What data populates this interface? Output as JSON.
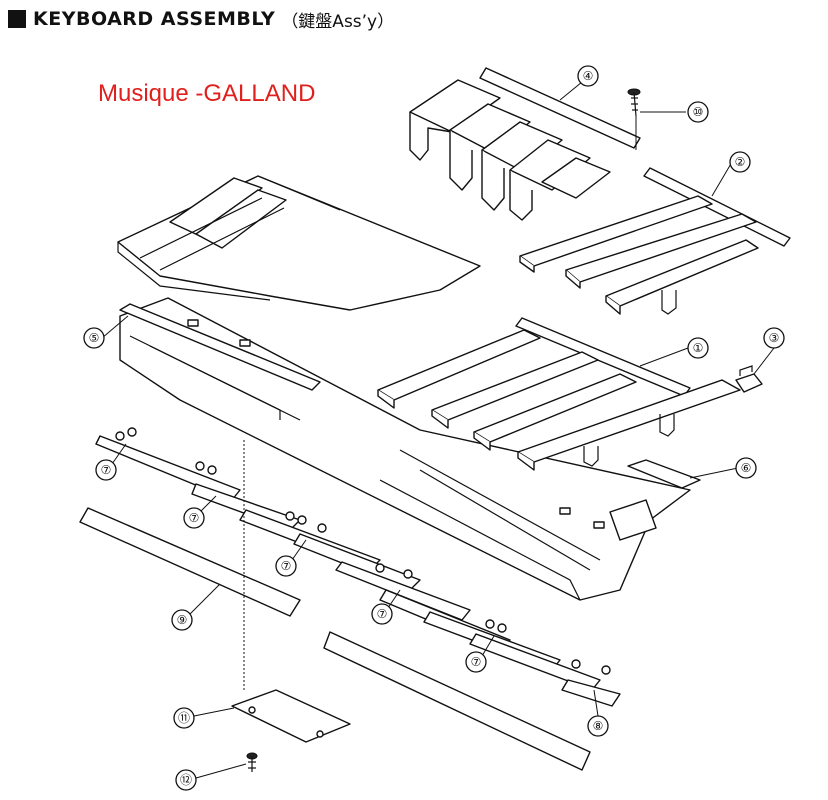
{
  "header": {
    "title": "KEYBOARD ASSEMBLY",
    "subtitle": "（鍵盤Ass’y）"
  },
  "watermark": "Musique -GALLAND",
  "callouts": [
    "①",
    "②",
    "③",
    "④",
    "⑤",
    "⑥",
    "⑦",
    "⑧",
    "⑨",
    "⑩",
    "⑪",
    "⑫"
  ]
}
